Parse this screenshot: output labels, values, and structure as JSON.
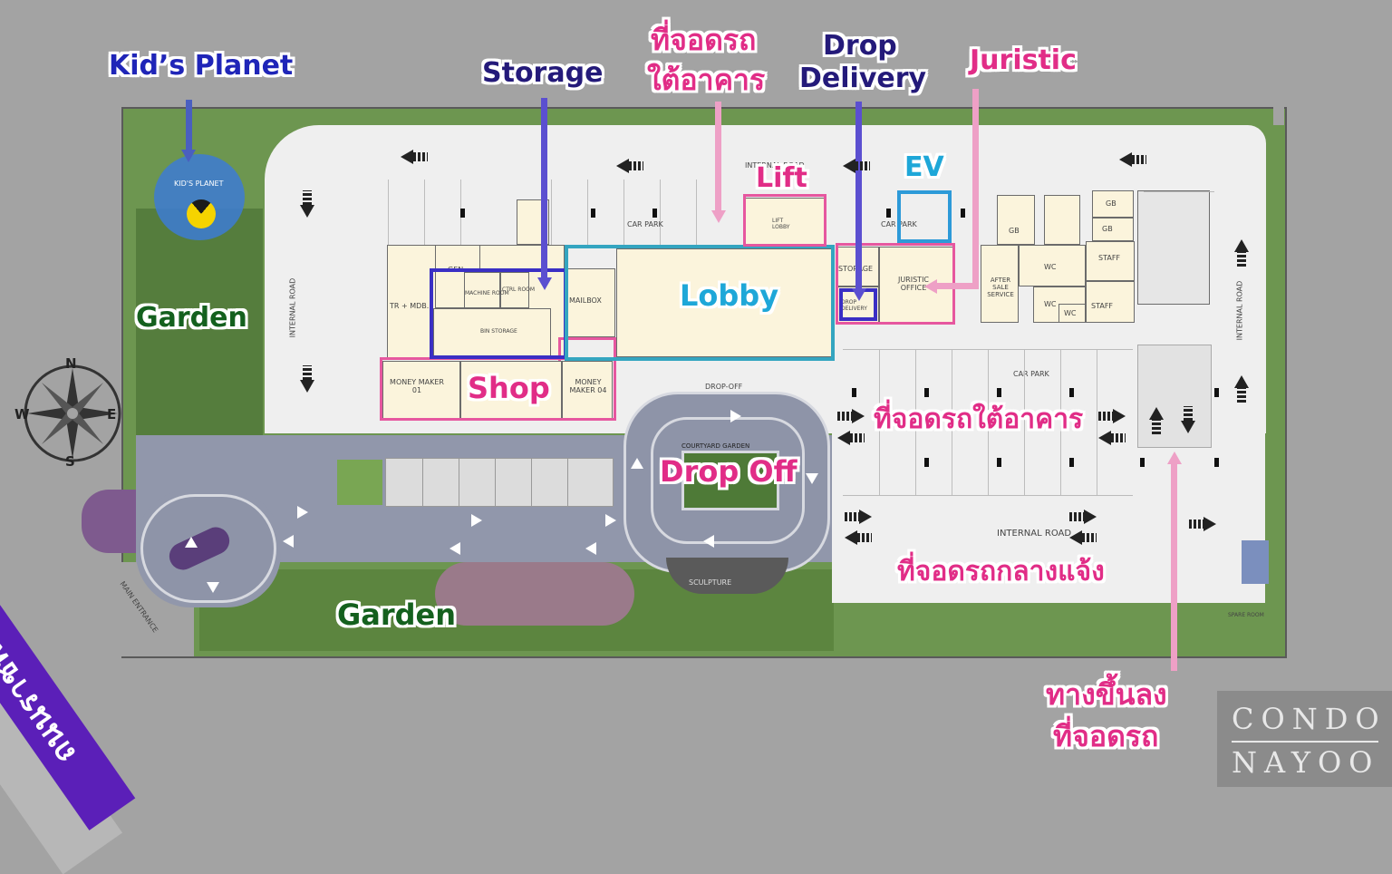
{
  "labels": {
    "kids_planet": "Kid’s Planet",
    "storage": "Storage",
    "parking_under_top_l1": "ที่จอดรถ",
    "parking_under_top_l2": "ใต้อาคาร",
    "drop_delivery_l1": "Drop",
    "drop_delivery_l2": "Delivery",
    "juristic": "Juristic",
    "lift": "Lift",
    "ev": "EV",
    "garden_left": "Garden",
    "lobby": "Lobby",
    "shop": "Shop",
    "parking_under_right": "ที่จอดรถใต้อาคาร",
    "drop_off": "Drop Off",
    "parking_outdoor": "ที่จอดรถกลางแจ้ง",
    "garden_bottom": "Garden",
    "ramp_l1": "ทางขึ้นลง",
    "ramp_l2": "ที่จอดรถ",
    "road_name": "ถนนราชพฤกษ์"
  },
  "compass": {
    "n": "N",
    "e": "E",
    "s": "S",
    "w": "W"
  },
  "watermark": {
    "line1": "CONDO",
    "line2": "NAYOO"
  },
  "plan_text": {
    "kids_planet": "KID'S PLANET",
    "internal_road": "INTERNAL ROAD",
    "car_park": "CAR PARK",
    "drop_off": "DROP-OFF",
    "courtyard_garden": "COURTYARD GARDEN",
    "sculpture": "SCULPTURE",
    "main_entrance": "MAIN ENTRANCE",
    "gen": "GEN",
    "tr_mdb": "TR + MDB.",
    "machine_room": "MACHINE ROOM",
    "ctrl_room": "CTRL ROOM",
    "bin_storage": "BIN STORAGE",
    "mailbox": "MAILBOX",
    "money_maker_01": "MONEY MAKER 01",
    "money_maker_04": "MONEY MAKER 04",
    "lift_lobby": "LIFT LOBBY",
    "storage": "STORAGE",
    "juristic_office": "JURISTIC OFFICE",
    "drop_delivery": "DROP DELIVERY",
    "after_sale_service": "AFTER SALE SERVICE",
    "wc": "WC",
    "staff": "STAFF",
    "gb": "GB",
    "spare": "SPARE ROOM"
  },
  "colors": {
    "pink": "#e12d87",
    "blue": "#1f25b8",
    "navy": "#241a7a",
    "cyan": "#1ea7d8",
    "green": "#14601e",
    "purple_road": "#5b1fb8"
  }
}
